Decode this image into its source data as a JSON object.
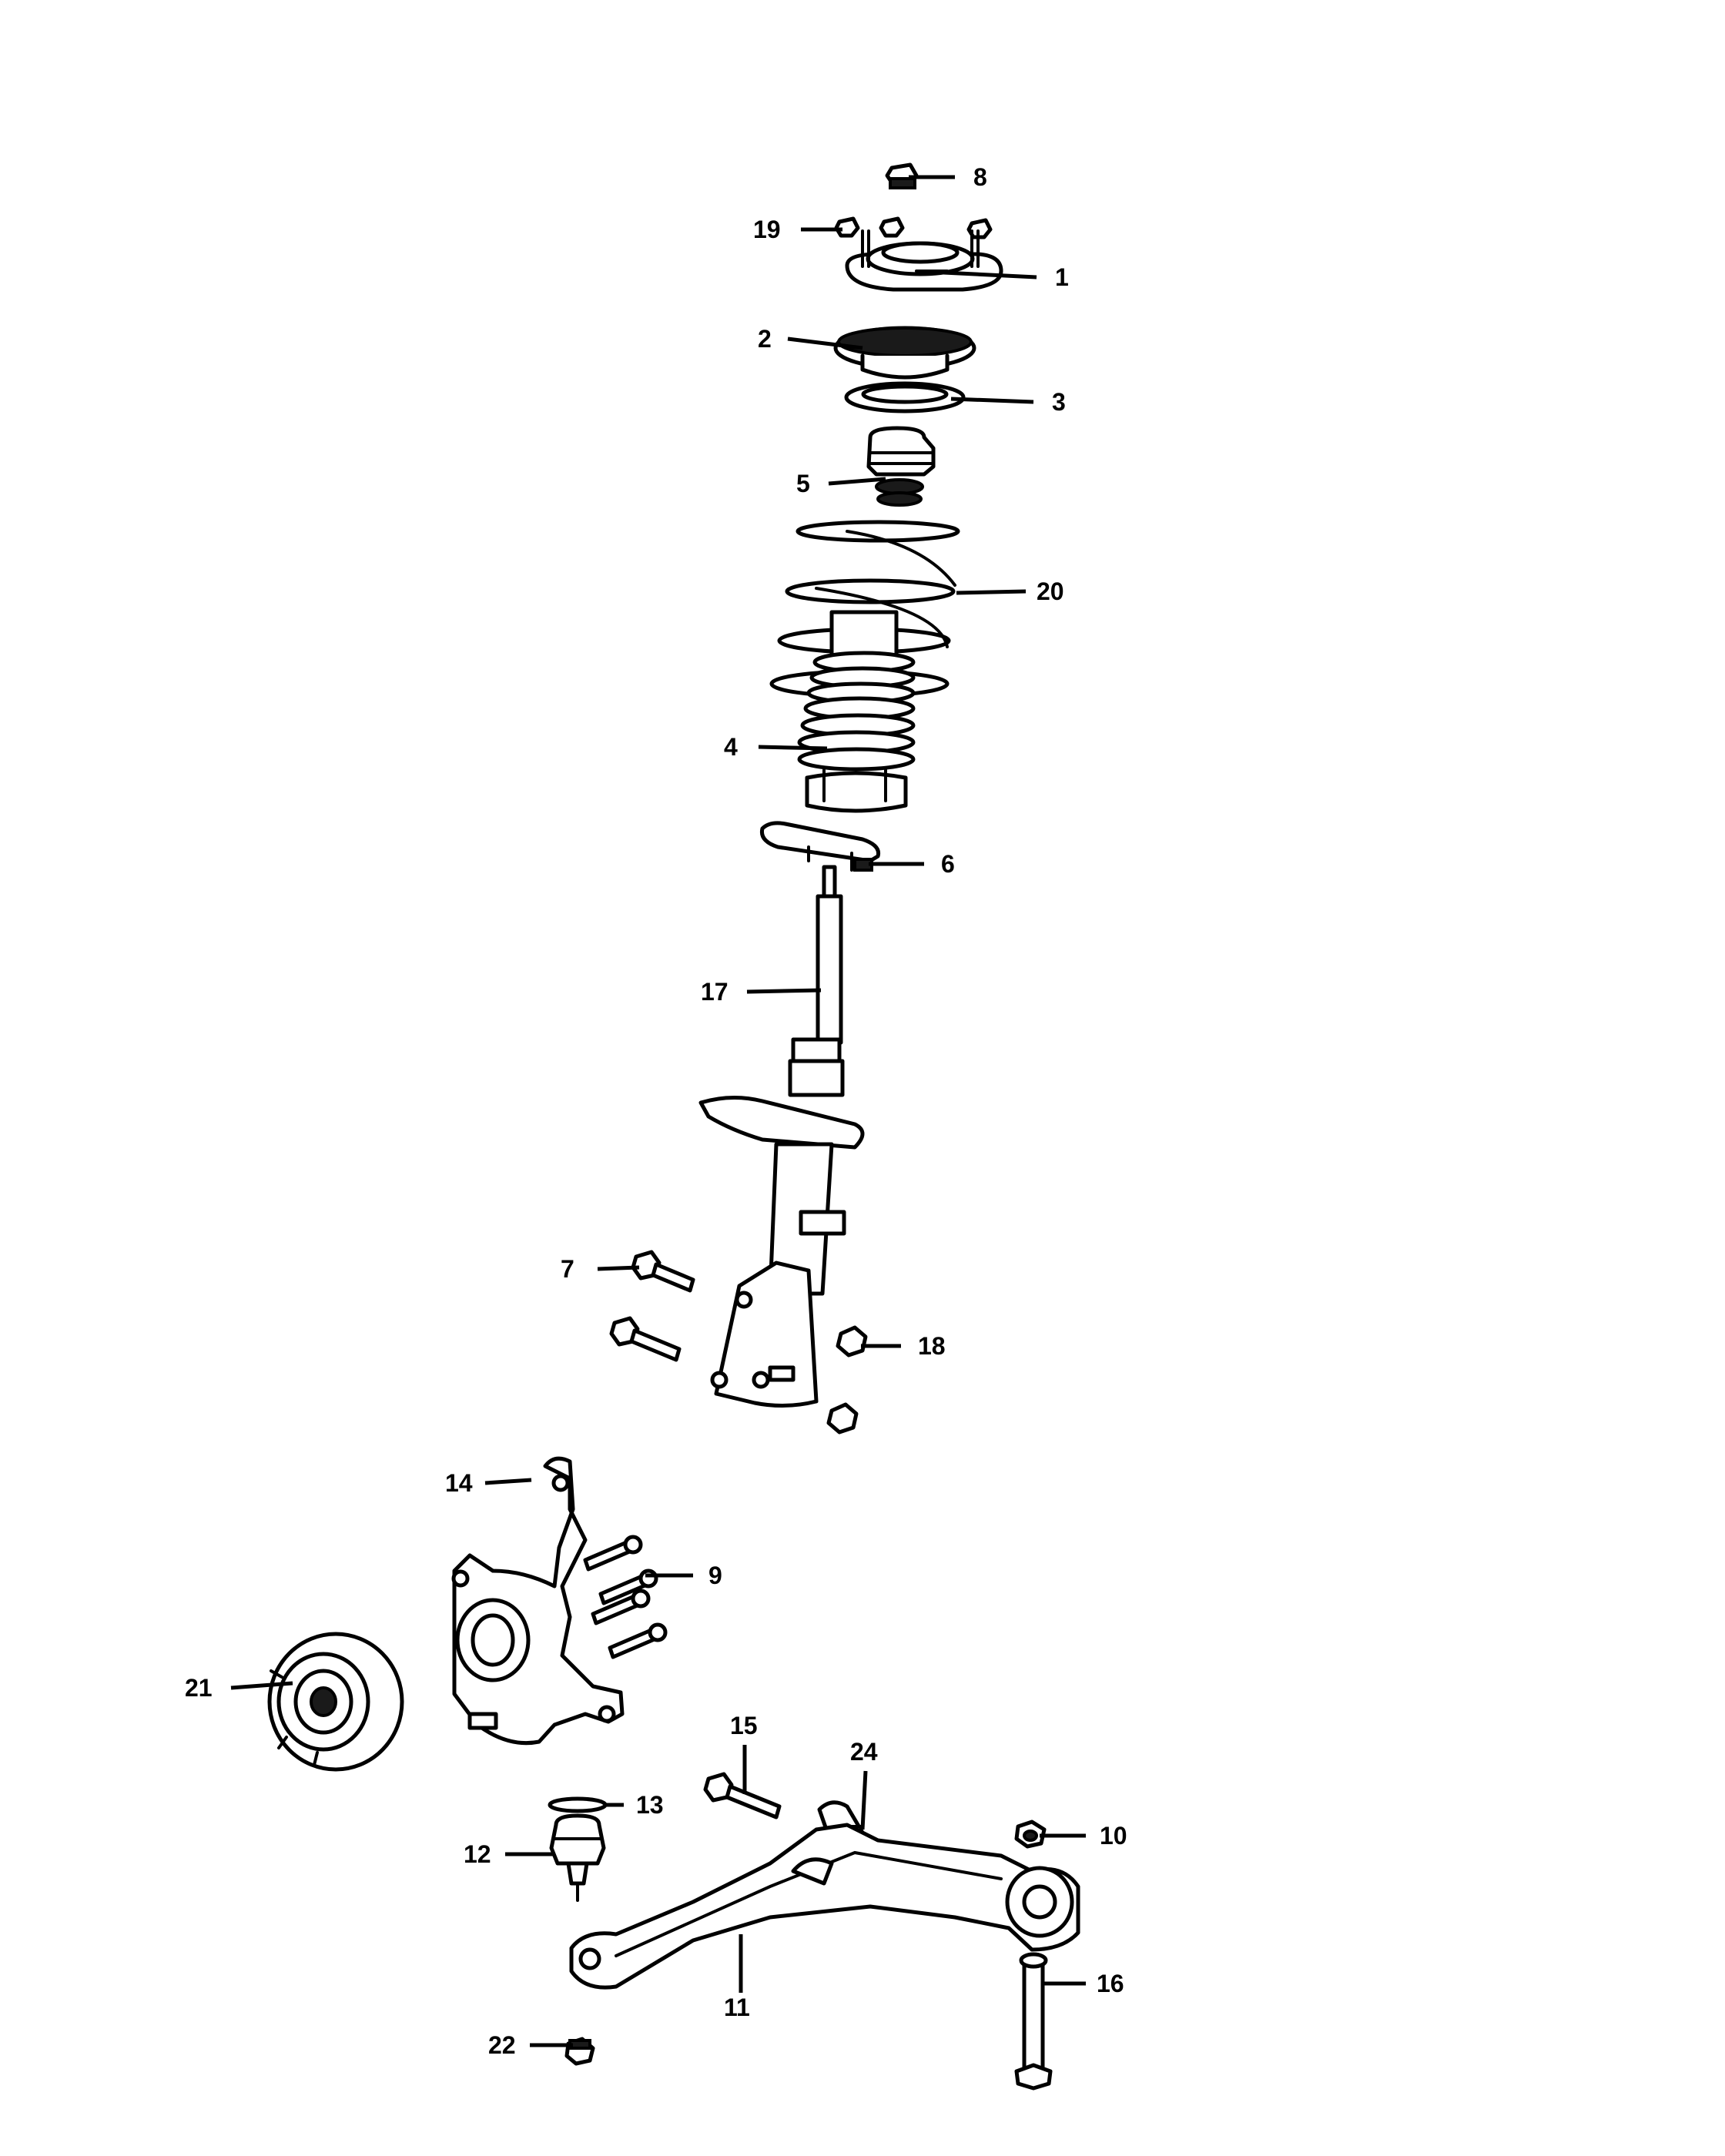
{
  "callouts": [
    {
      "id": "8",
      "label": "8"
    },
    {
      "id": "19",
      "label": "19"
    },
    {
      "id": "1",
      "label": "1"
    },
    {
      "id": "2",
      "label": "2"
    },
    {
      "id": "3",
      "label": "3"
    },
    {
      "id": "5",
      "label": "5"
    },
    {
      "id": "20",
      "label": "20"
    },
    {
      "id": "4",
      "label": "4"
    },
    {
      "id": "6",
      "label": "6"
    },
    {
      "id": "17",
      "label": "17"
    },
    {
      "id": "7",
      "label": "7"
    },
    {
      "id": "18",
      "label": "18"
    },
    {
      "id": "14",
      "label": "14"
    },
    {
      "id": "9",
      "label": "9"
    },
    {
      "id": "21",
      "label": "21"
    },
    {
      "id": "15",
      "label": "15"
    },
    {
      "id": "24",
      "label": "24"
    },
    {
      "id": "13",
      "label": "13"
    },
    {
      "id": "10",
      "label": "10"
    },
    {
      "id": "12",
      "label": "12"
    },
    {
      "id": "11",
      "label": "11"
    },
    {
      "id": "16",
      "label": "16"
    },
    {
      "id": "22",
      "label": "22"
    }
  ]
}
